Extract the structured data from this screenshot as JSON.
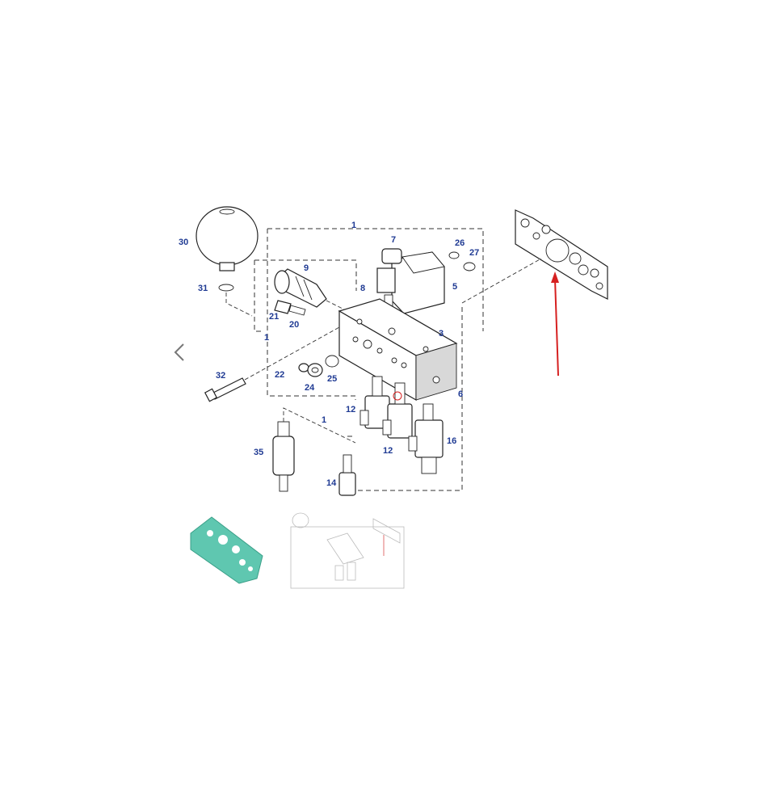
{
  "callouts": {
    "c1_top": "1",
    "c1_left": "1",
    "c1_bottom": "1",
    "c3": "3",
    "c5": "5",
    "c6": "6",
    "c7": "7",
    "c8": "8",
    "c9": "9",
    "c12a": "12",
    "c12b": "12",
    "c14": "14",
    "c16": "16",
    "c20": "20",
    "c21": "21",
    "c22": "22",
    "c24": "24",
    "c25": "25",
    "c26": "26",
    "c27": "27",
    "c30": "30",
    "c31": "31",
    "c32": "32",
    "c35": "35"
  },
  "colors": {
    "callout": "#1f3a93",
    "arrow": "#d62020",
    "gasket_thumb": "#5fc7b0"
  },
  "icons": {
    "nav": "chevron-left-icon",
    "pointer": "red-arrow-icon"
  }
}
